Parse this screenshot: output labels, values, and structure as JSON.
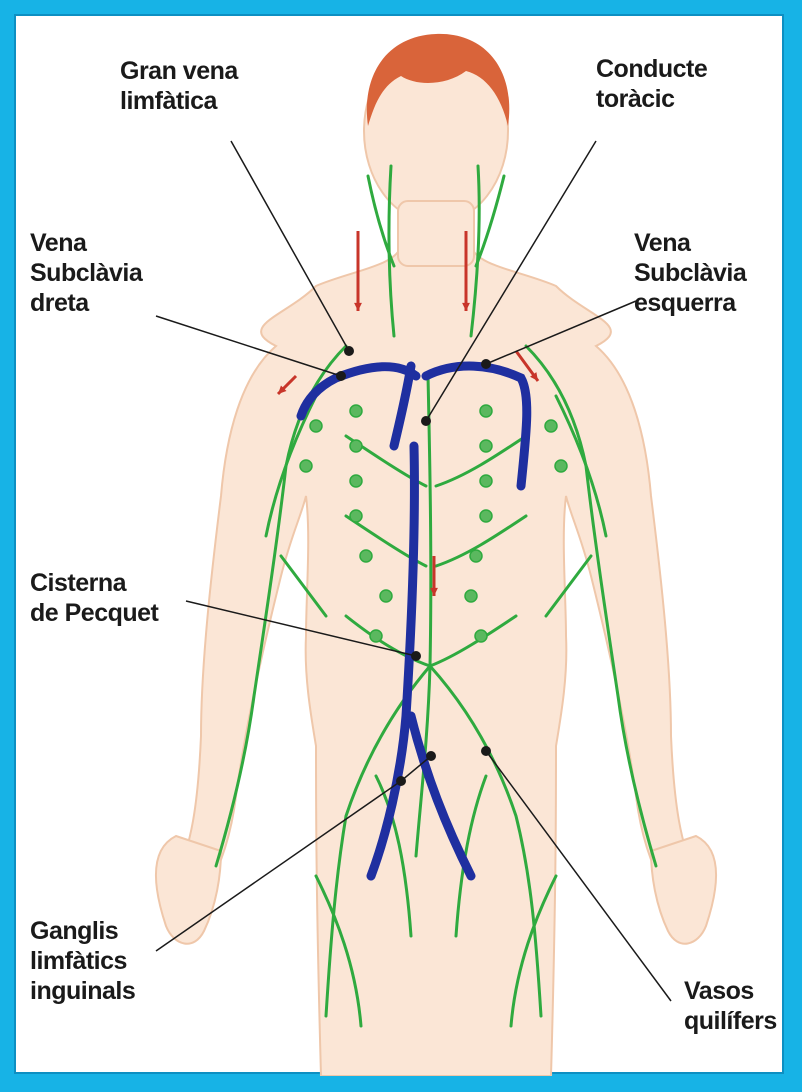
{
  "colors": {
    "border": "#17b3e6",
    "background": "#ffffff",
    "skin": "#fbe6d6",
    "skin_outline": "#efc7aa",
    "hair": "#d9643a",
    "lymph": "#2faa3f",
    "lymph_node": "#5bb85f",
    "vein": "#1f2fa0",
    "arrow": "#c8352a",
    "leader_line": "#1a1a1a"
  },
  "labels": {
    "gran_vena": [
      "Gran vena",
      "limfàtica"
    ],
    "conducte": [
      "Conducte",
      "toràcic"
    ],
    "subclavia_dreta": [
      "Vena",
      "Subclàvia",
      "dreta"
    ],
    "subclavia_esquerra": [
      "Vena",
      "Subclàvia",
      "esquerra"
    ],
    "cisterna": [
      "Cisterna",
      "de Pecquet"
    ],
    "ganglis": [
      "Ganglis",
      "limfàtics",
      "inguinals"
    ],
    "vasos": [
      "Vasos",
      "quilífers"
    ]
  }
}
